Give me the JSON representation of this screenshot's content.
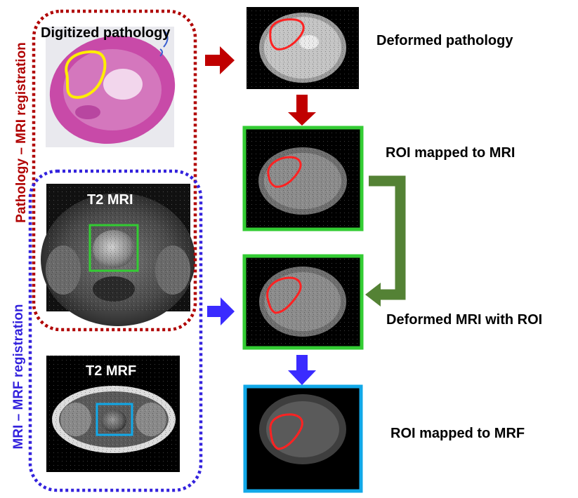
{
  "left_panel": {
    "pathology_label": "Digitized pathology",
    "t2mri_label": "T2 MRI",
    "t2mrf_label": "T2 MRF"
  },
  "group_labels": {
    "pathology_mri": "Pathology – MRI registration",
    "mri_mrf": "MRI – MRF registration"
  },
  "right_panel": {
    "deformed_pathology": "Deformed pathology",
    "roi_mapped_mri": "ROI mapped to MRI",
    "deformed_mri_roi": "Deformed MRI with ROI",
    "roi_mapped_mrf": "ROI mapped to MRF"
  },
  "colors": {
    "pathology_group": "#b00000",
    "mrf_group": "#3322dd",
    "roi_red": "#ff2222",
    "roi_yellow": "#ffee00",
    "mri_green": "#33cc33",
    "mrf_blue": "#11a8e8",
    "feedback_green": "#548235",
    "arrow_red": "#c00000",
    "arrow_blue": "#3a2bff"
  }
}
